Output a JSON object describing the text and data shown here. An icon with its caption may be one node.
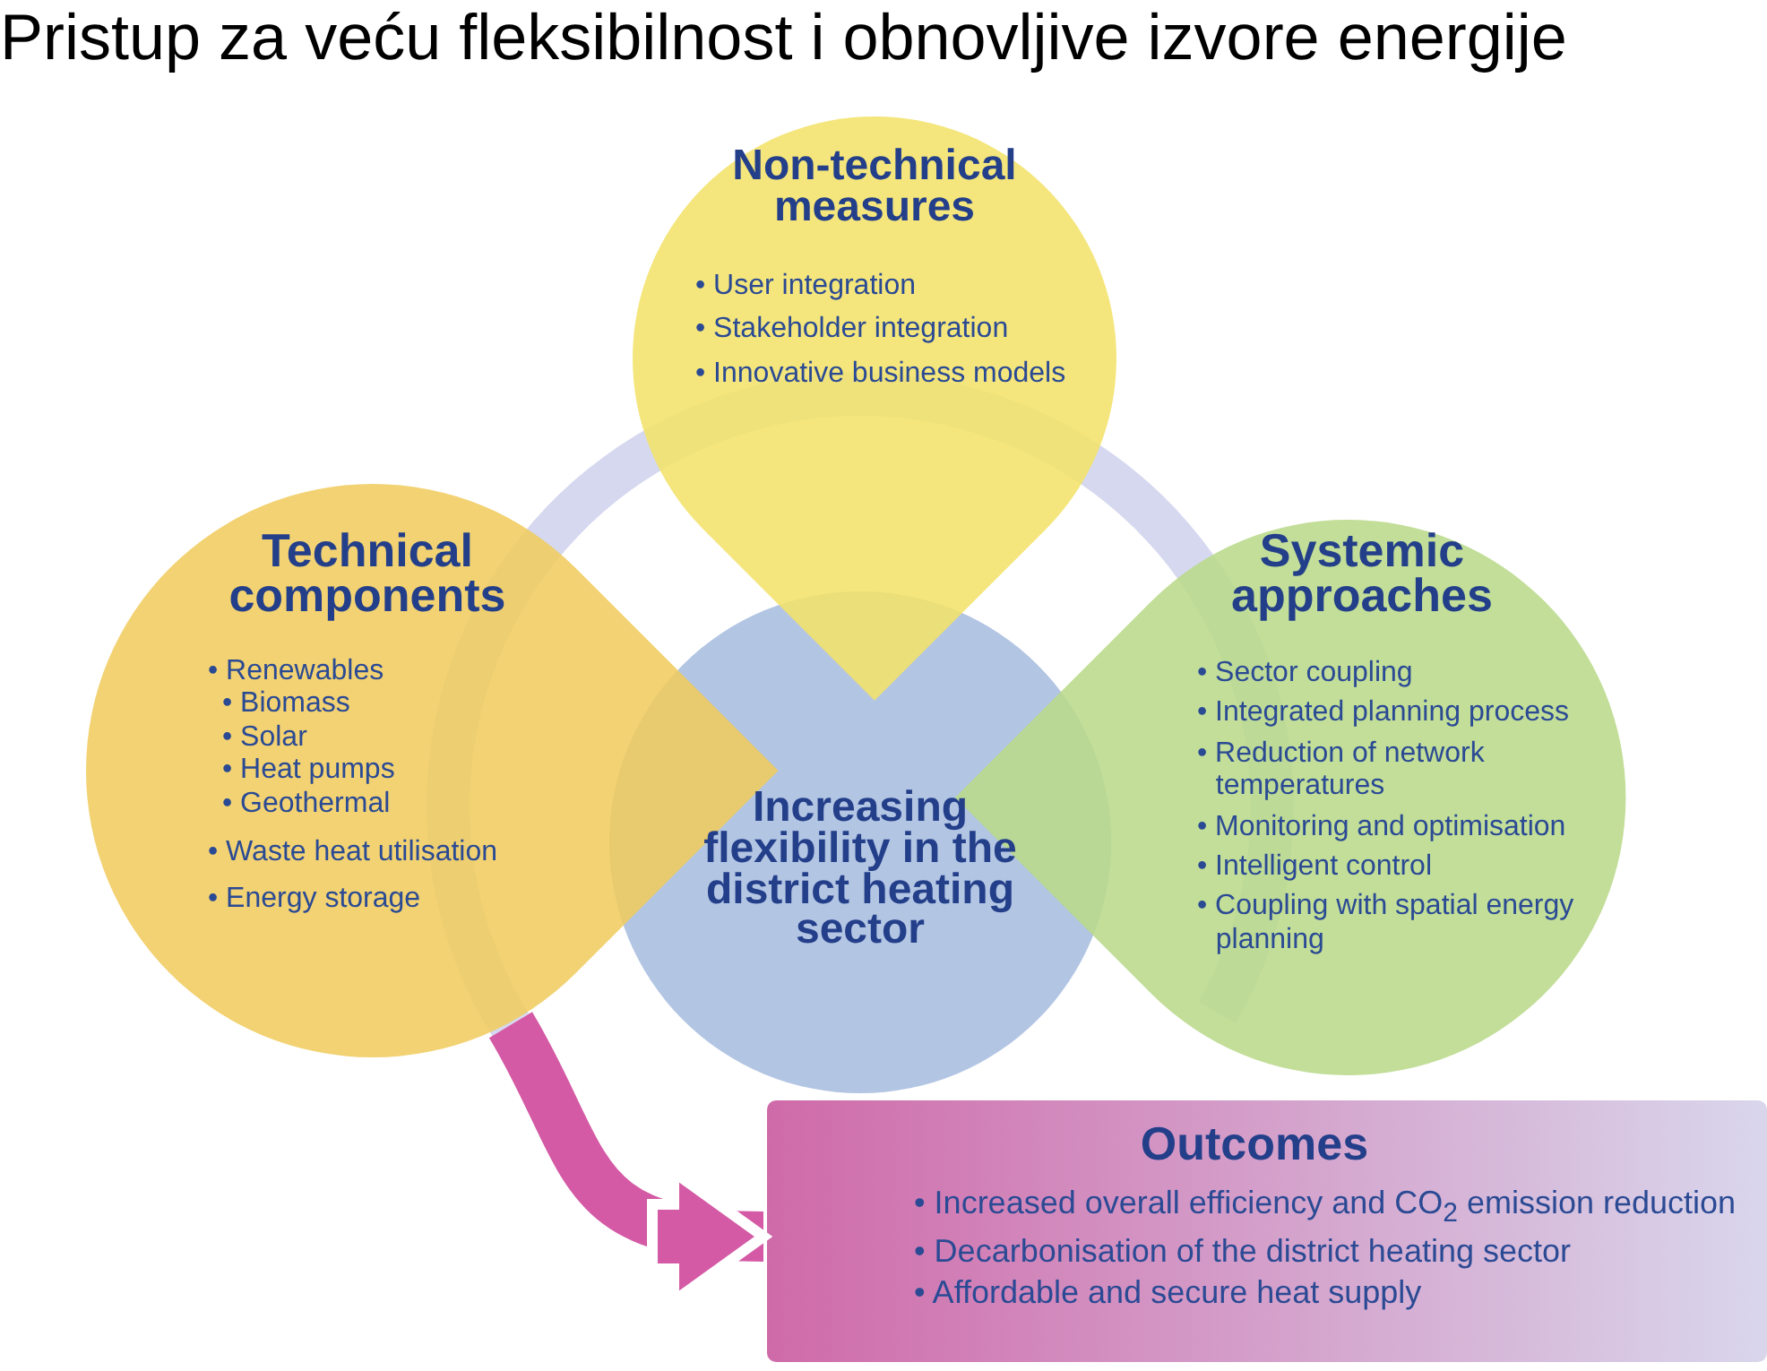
{
  "diagram": {
    "title": "Pristup za veću fleksibilnost i obnovljive izvore energije",
    "nodes": [
      {
        "text": [
          "Non-technical measures",
          "• User integration",
          "• Stakeholder integration",
          "• Innovative business models"
        ]
      },
      {
        "text": [
          "Technical components",
          "• Renewables",
          "• Biomass",
          "• Solar",
          "• Heat pumps",
          "• Geothermal",
          "• Waste heat utilisation",
          "• Energy storage"
        ]
      },
      {
        "text": [
          "Systemic approaches",
          "• Sector coupling",
          "• Integrated planning process",
          "• Reduction of network temperatures",
          "• Monitoring and optimisation",
          "• Intelligent control",
          "• Coupling with spatial energy planning"
        ]
      },
      {
        "text": [
          "Increasing flexibility in the district heating sector"
        ]
      },
      {
        "text": [
          "Outcomes",
          "• Increased overall efficiency and CO$_{2}$ emission reduction",
          "• Decarbonisation of the district heating sector",
          "• Affordable and secure heat supply"
        ]
      }
    ],
    "edges": [
      {
        "from": 1,
        "to": 4,
        "arrow": "to"
      }
    ]
  }
}
